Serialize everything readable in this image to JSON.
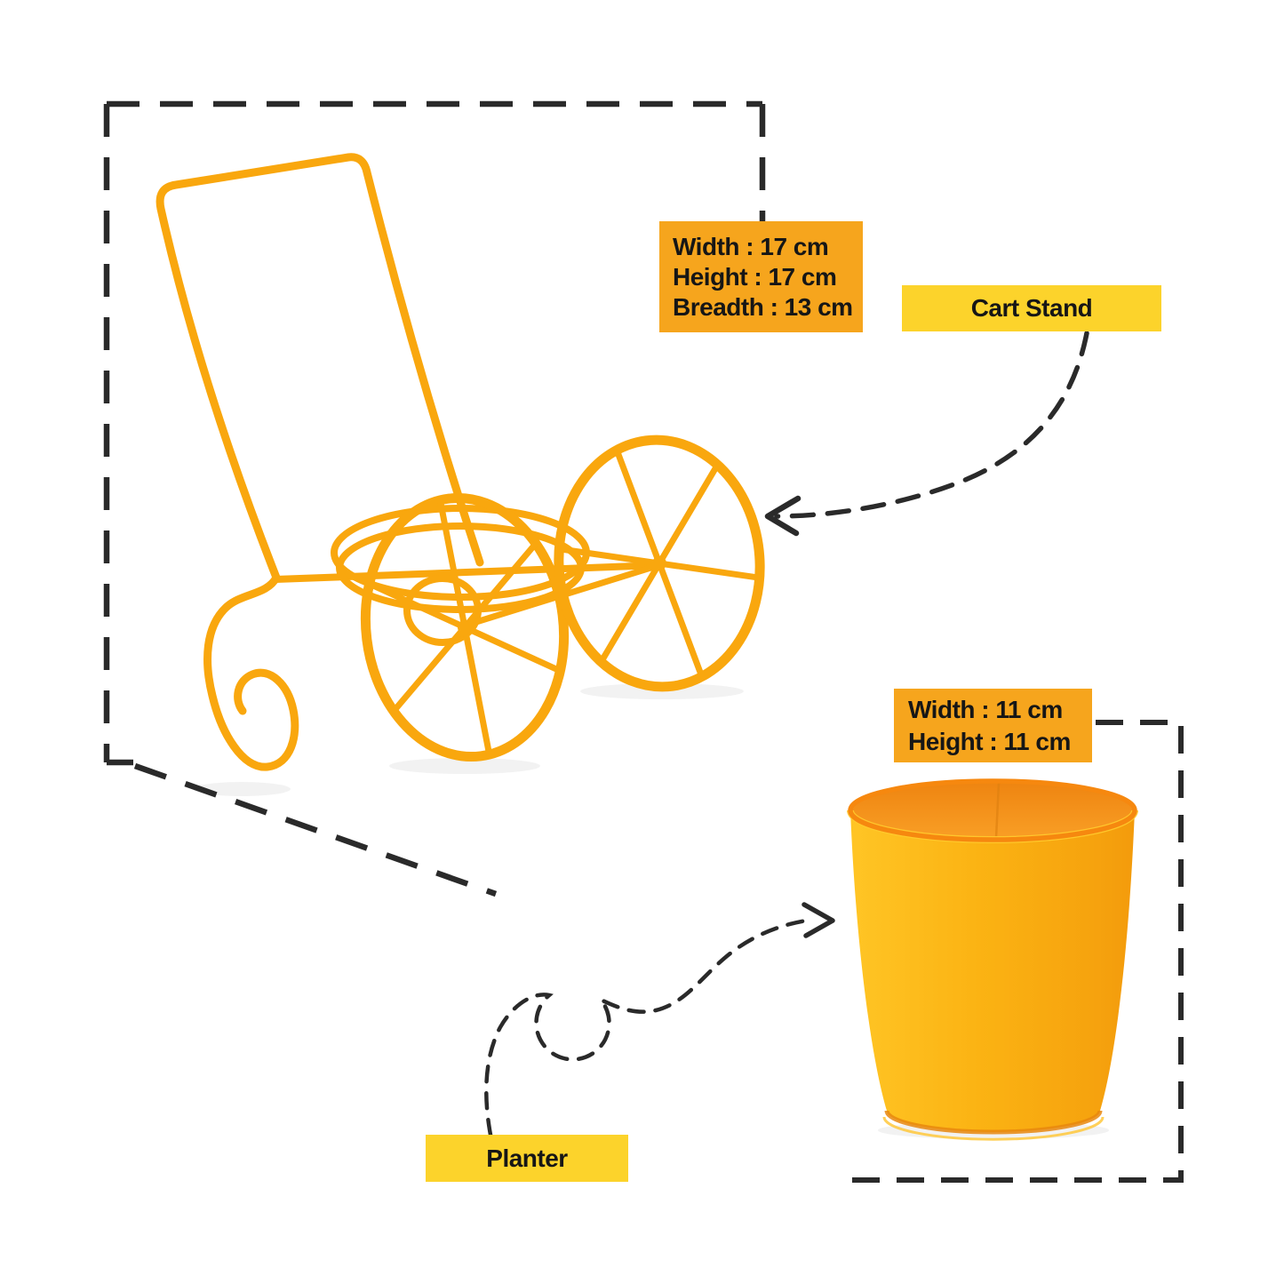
{
  "cart_stand": {
    "label": "Cart Stand",
    "dims": [
      "Width : 17 cm",
      "Height : 17 cm",
      "Breadth : 13 cm"
    ]
  },
  "planter": {
    "label": "Planter",
    "dims": [
      "Width : 11 cm",
      "Height : 11 cm"
    ]
  },
  "colors": {
    "background": "#ffffff",
    "dimension_box": "#F6A51D",
    "name_badge": "#FCD32B",
    "text": "#161616",
    "dashed_lines": "#2a2a2a",
    "cart_wire": "#F9A70E",
    "bucket_body": "#FBB313",
    "bucket_inside": "#F28E18",
    "bucket_rim": "#F6880F"
  }
}
